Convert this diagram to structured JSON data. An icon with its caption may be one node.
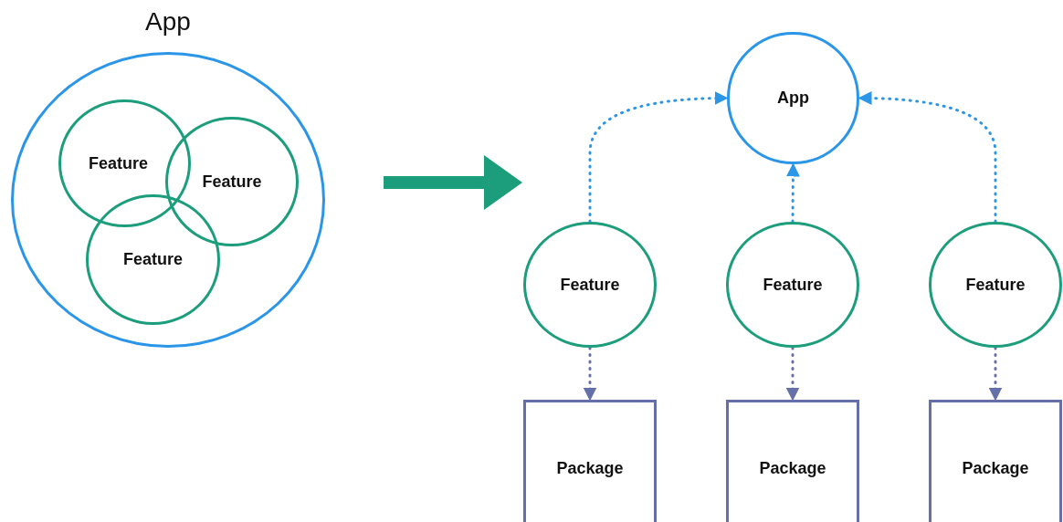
{
  "diagram": {
    "nodes": [
      {
        "text": [
          "App"
        ]
      },
      {
        "text": [
          "Feature"
        ],
        "in": 0
      },
      {
        "text": [
          "Feature"
        ],
        "in": 0
      },
      {
        "text": [
          "Feature"
        ],
        "in": 0
      },
      {
        "text": [
          "App"
        ]
      },
      {
        "text": [
          "Feature"
        ]
      },
      {
        "text": [
          "Feature"
        ]
      },
      {
        "text": [
          "Feature"
        ]
      },
      {
        "text": [
          "Package"
        ]
      },
      {
        "text": [
          "Package"
        ]
      },
      {
        "text": [
          "Package"
        ]
      }
    ],
    "edges": [
      {
        "from": 5,
        "to": 4,
        "arrow": "to",
        "style": "dashed"
      },
      {
        "from": 6,
        "to": 4,
        "arrow": "to",
        "style": "dashed"
      },
      {
        "from": 7,
        "to": 4,
        "arrow": "to",
        "style": "dashed"
      },
      {
        "from": 5,
        "to": 8,
        "arrow": "to",
        "style": "dashed",
        "color": "#6670a8"
      },
      {
        "from": 6,
        "to": 9,
        "arrow": "to",
        "style": "dashed",
        "color": "#6670a8"
      },
      {
        "from": 7,
        "to": 10,
        "arrow": "to",
        "style": "dashed",
        "color": "#6670a8"
      }
    ]
  }
}
